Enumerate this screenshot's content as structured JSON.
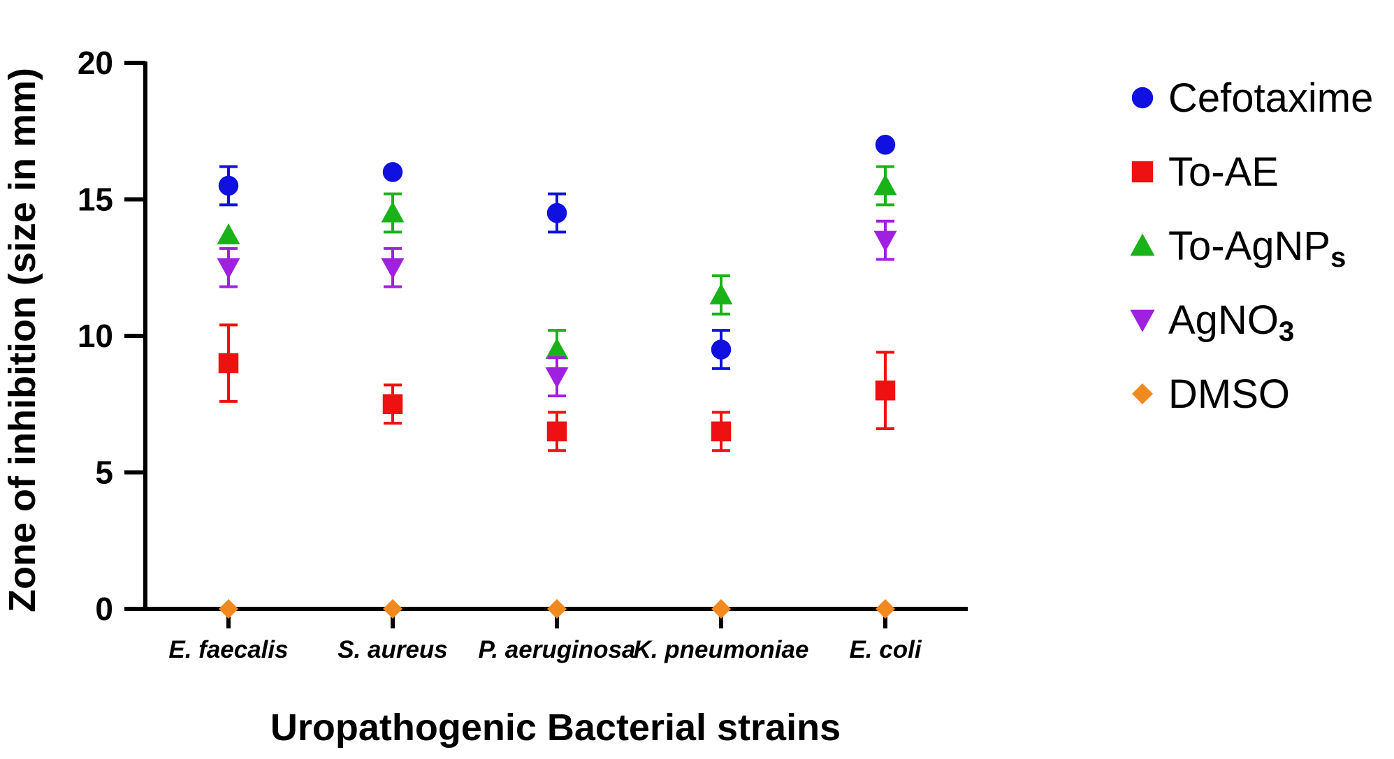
{
  "chart_data": {
    "type": "scatter",
    "title": "",
    "xlabel": "Uropathogenic Bacterial strains",
    "ylabel": "Zone of inhibition (size in mm)",
    "ylim": [
      0,
      20
    ],
    "yticks": [
      "0",
      "5",
      "10",
      "15",
      "20"
    ],
    "categories": [
      "E. faecalis",
      "S. aureus",
      "P. aeruginosa",
      "K. pneumoniae",
      "E. coli"
    ],
    "grid": false,
    "legend_position": "right",
    "series": [
      {
        "name": "Cefotaxime",
        "label_main": "Cefotaxime",
        "label_sub": "",
        "marker": "circle",
        "color": "#1010e0",
        "values": [
          15.5,
          16.0,
          14.5,
          9.5,
          17.0
        ],
        "errors": [
          0.7,
          0,
          0.7,
          0.7,
          0
        ]
      },
      {
        "name": "To-AE",
        "label_main": "To-AE",
        "label_sub": "",
        "marker": "square",
        "color": "#ee1111",
        "values": [
          9.0,
          7.5,
          6.5,
          6.5,
          8.0
        ],
        "errors": [
          1.4,
          0.7,
          0.7,
          0.7,
          1.4
        ]
      },
      {
        "name": "To-AgNPs",
        "label_main": "To-AgNP",
        "label_sub": "s",
        "marker": "triangle-up",
        "color": "#19b319",
        "values": [
          13.7,
          14.5,
          9.5,
          11.5,
          15.5
        ],
        "errors": [
          0,
          0.7,
          0.7,
          0.7,
          0.7
        ]
      },
      {
        "name": "AgNO3",
        "label_main": "AgNO",
        "label_sub": "3",
        "marker": "triangle-down",
        "color": "#a020e0",
        "values": [
          12.5,
          12.5,
          8.5,
          0,
          13.5
        ],
        "errors": [
          0.7,
          0.7,
          0.7,
          0,
          0.7
        ],
        "present": [
          true,
          true,
          true,
          false,
          true
        ]
      },
      {
        "name": "DMSO",
        "label_main": "DMSO",
        "label_sub": "",
        "marker": "diamond",
        "color": "#f08a1e",
        "values": [
          0,
          0,
          0,
          0,
          0
        ],
        "errors": [
          0,
          0,
          0,
          0,
          0
        ]
      }
    ]
  }
}
